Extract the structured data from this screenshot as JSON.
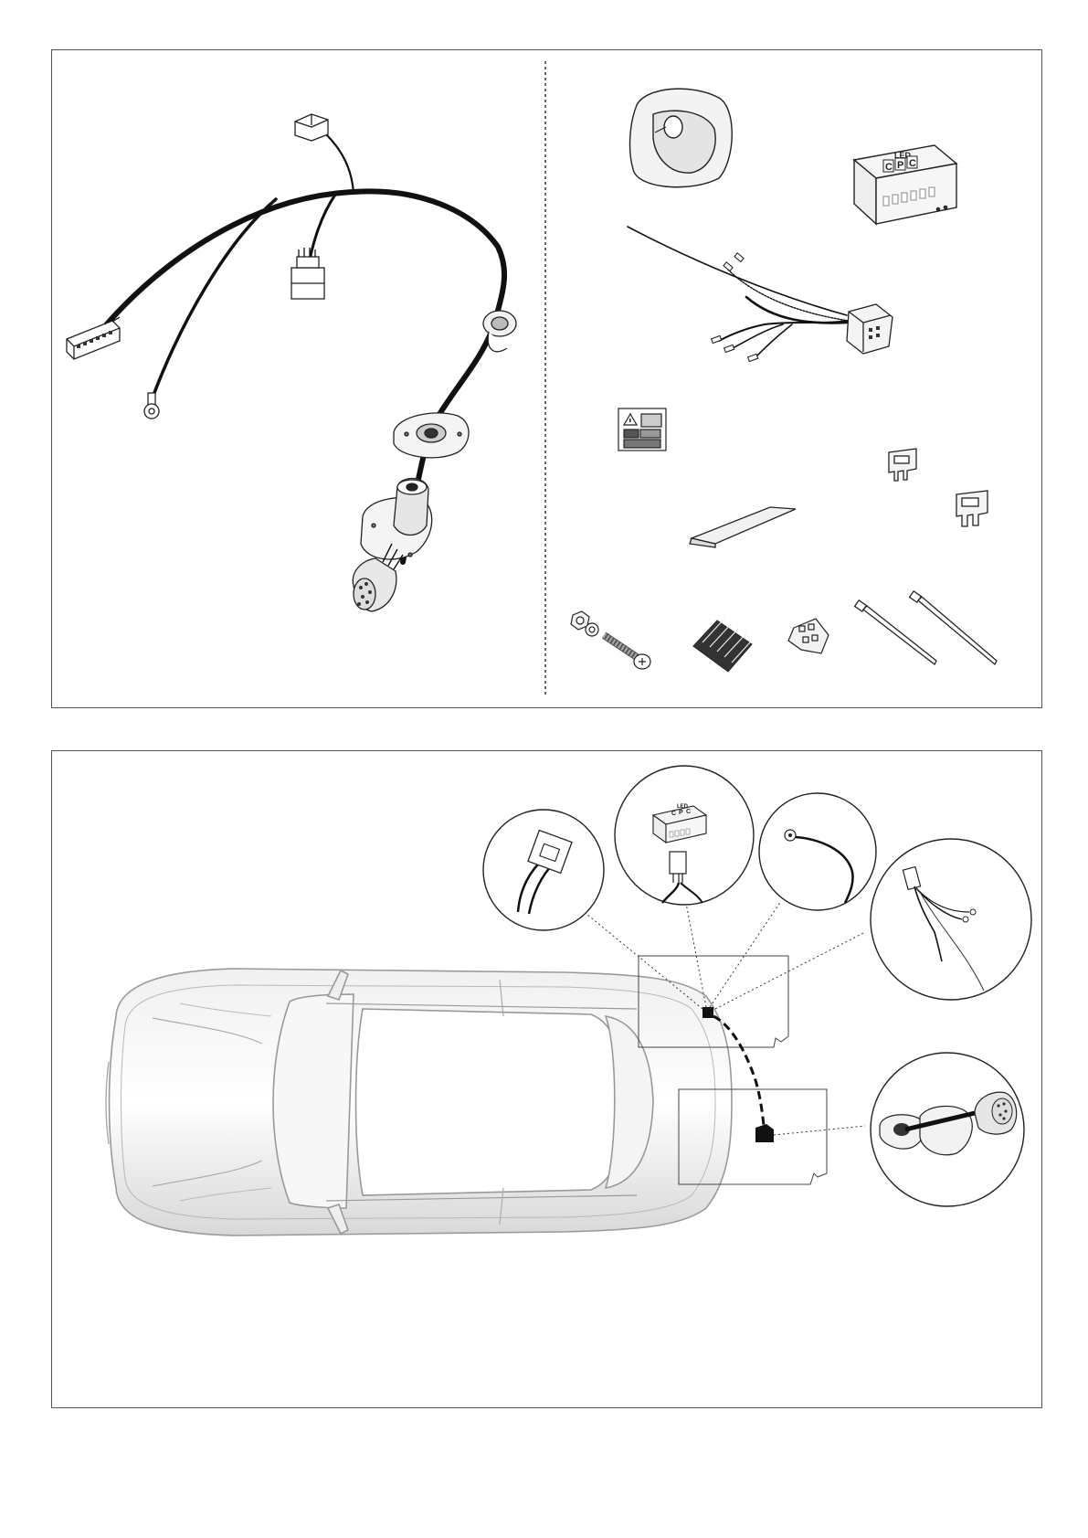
{
  "kit": {
    "control_unit_logo": {
      "top": "LED",
      "letters": [
        "C",
        "P",
        "C"
      ]
    }
  },
  "car_view": {
    "detail_control_unit_logo": {
      "top": "LED",
      "letters": [
        "C",
        "P",
        "C"
      ]
    }
  },
  "colors": {
    "line": "#222222",
    "cable": "#111111",
    "car_fill": "#e6e6e6",
    "car_line": "#9a9a9a"
  }
}
